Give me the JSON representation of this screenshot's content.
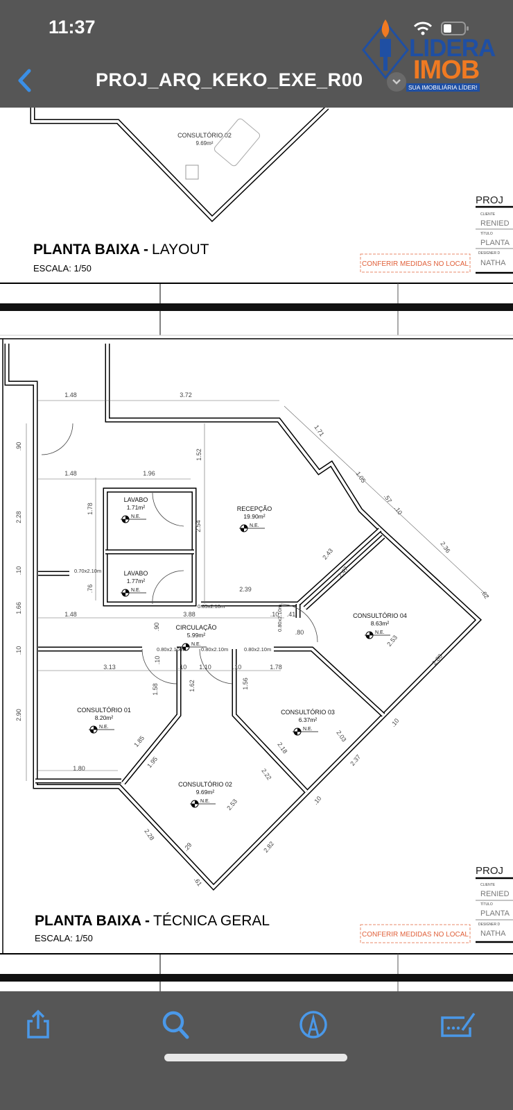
{
  "status_bar": {
    "time": "11:37"
  },
  "header": {
    "title": "PROJ_ARQ_KEKO_EXE_R00",
    "back_icon": "chevron-left-icon",
    "menu_icon": "chevron-down-icon",
    "accent": "#3b8fe6"
  },
  "watermark": {
    "line1": "LIDERA",
    "line2": "IMOB",
    "tagline": "SUA IMOBILIÁRIA LÍDER!",
    "colors": {
      "blue": "#1f4fa3",
      "orange": "#f07a22"
    }
  },
  "sheet1": {
    "room": {
      "name": "CONSULTÓRIO 02",
      "area": "9.69m²"
    },
    "title_bold": "PLANTA BAIXA -",
    "title_light": "LAYOUT",
    "scale": "ESCALA: 1/50",
    "warning": "CONFERIR MEDIDAS NO LOCAL",
    "block": {
      "header": "PROJ",
      "client_label": "CLIENTE",
      "client": "RENIED",
      "title_label": "TÍTULO",
      "title": "PLANTA",
      "designer_label": "DESIGNER D",
      "designer": "NATHA"
    }
  },
  "sheet2": {
    "rooms": [
      {
        "name": "LAVABO",
        "area": "1.71m²"
      },
      {
        "name": "LAVABO",
        "area": "1.77m²"
      },
      {
        "name": "RECEPÇÃO",
        "area": "19.90m²"
      },
      {
        "name": "CIRCULAÇÃO",
        "area": "5.99m²"
      },
      {
        "name": "CONSULTÓRIO 04",
        "area": "8.63m²"
      },
      {
        "name": "CONSULTÓRIO 01",
        "area": "8.20m²"
      },
      {
        "name": "CONSULTÓRIO 03",
        "area": "6.37m²"
      },
      {
        "name": "CONSULTÓRIO 02",
        "area": "9.69m²"
      }
    ],
    "level_label": "N.E.",
    "doors": [
      "0.70x2.10m",
      "0.85x2.10m",
      "0.80x2.10m",
      "0.80x2.10m",
      "0.80x2.10m",
      "0.80x2.10m"
    ],
    "dimensions": [
      "1.48",
      "3.72",
      "1.71",
      "1.05",
      ".57",
      ".10",
      "2.36",
      ".62",
      ".90",
      "1.52",
      "1.48",
      "1.96",
      "1.78",
      "2.28",
      "2.54",
      "2.43",
      "2.47",
      ".10",
      ".76",
      "2.39",
      "1.66",
      "1.48",
      "3.88",
      ".10",
      ".41",
      ".90",
      ".80",
      ".10",
      "2.53",
      "2.83",
      "3.13",
      ".10",
      "1.10",
      ".10",
      "1.78",
      ".10",
      "1.58",
      "1.62",
      "1.56",
      "2.03",
      ".10",
      "2.90",
      "1.85",
      "1.95",
      "2.18",
      "2.37",
      "2.22",
      "1.80",
      "2.53",
      ".10",
      "2.28",
      ".29",
      "2.82",
      ".61"
    ],
    "title_bold": "PLANTA BAIXA -",
    "title_light": "TÉCNICA GERAL",
    "scale": "ESCALA: 1/50",
    "warning": "CONFERIR MEDIDAS NO LOCAL",
    "block": {
      "header": "PROJ",
      "client_label": "CLIENTE",
      "client": "RENIED",
      "title_label": "TÍTULO",
      "title": "PLANTA",
      "designer_label": "DESIGNER D",
      "designer": "NATHA"
    }
  },
  "toolbar": {
    "items": [
      {
        "icon": "share-icon"
      },
      {
        "icon": "search-icon"
      },
      {
        "icon": "markup-icon"
      },
      {
        "icon": "signature-icon"
      }
    ]
  }
}
